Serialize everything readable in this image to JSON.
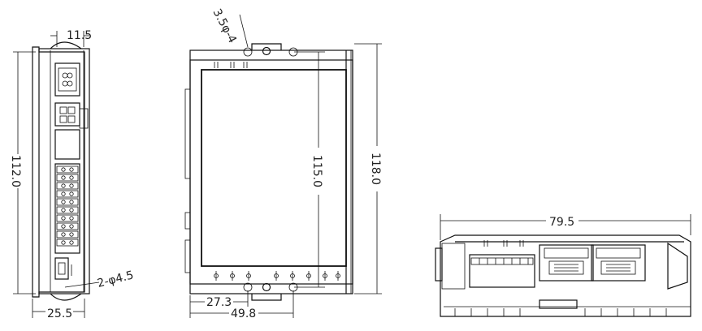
{
  "side_view": {
    "width_top": "11.5",
    "height": "112.0",
    "hole_note": "2-φ4.5",
    "width_bottom": "25.5"
  },
  "front_view": {
    "hole_note": "3.5φ-4",
    "height_inner": "115.0",
    "height_outer": "118.0",
    "offset_left": "27.3",
    "offset_right": "49.8"
  },
  "bottom_view": {
    "width": "79.5"
  }
}
